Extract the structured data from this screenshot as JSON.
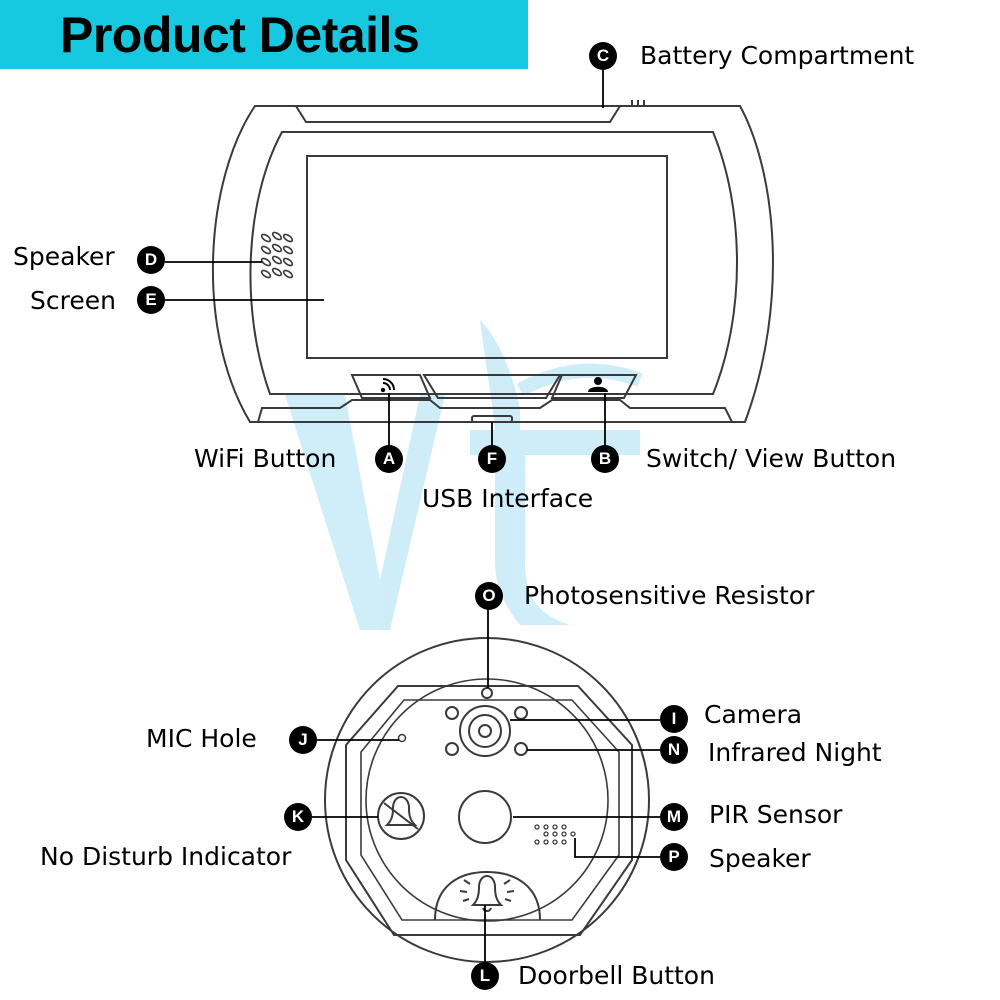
{
  "header": {
    "title": "Product Details"
  },
  "colors": {
    "banner": "#16c9e0",
    "outline": "#3a3a3a",
    "watermark": "#a9def5"
  },
  "watermark": {
    "text": "VF"
  },
  "callouts": [
    {
      "key": "A",
      "letter": "A",
      "label": "WiFi Button"
    },
    {
      "key": "B",
      "letter": "B",
      "label": "Switch/ View Button"
    },
    {
      "key": "C",
      "letter": "C",
      "label": "Battery Compartment"
    },
    {
      "key": "D",
      "letter": "D",
      "label": "Speaker"
    },
    {
      "key": "E",
      "letter": "E",
      "label": "Screen"
    },
    {
      "key": "F",
      "letter": "F",
      "label": "USB Interface"
    },
    {
      "key": "I",
      "letter": "I",
      "label": "Camera"
    },
    {
      "key": "J",
      "letter": "J",
      "label": "MIC Hole"
    },
    {
      "key": "K",
      "letter": "K",
      "label": "No Disturb Indicator"
    },
    {
      "key": "L",
      "letter": "L",
      "label": "Doorbell Button"
    },
    {
      "key": "M",
      "letter": "M",
      "label": "PIR Sensor"
    },
    {
      "key": "N",
      "letter": "N",
      "label": "Infrared Night"
    },
    {
      "key": "O",
      "letter": "O",
      "label": "Photosensitive Resistor"
    },
    {
      "key": "P",
      "letter": "P",
      "label": "Speaker"
    }
  ],
  "icons": {
    "wifi_button": "wifi-icon",
    "view_button": "person-icon",
    "no_disturb": "bell-icon",
    "doorbell": "ringing-bell-icon"
  }
}
